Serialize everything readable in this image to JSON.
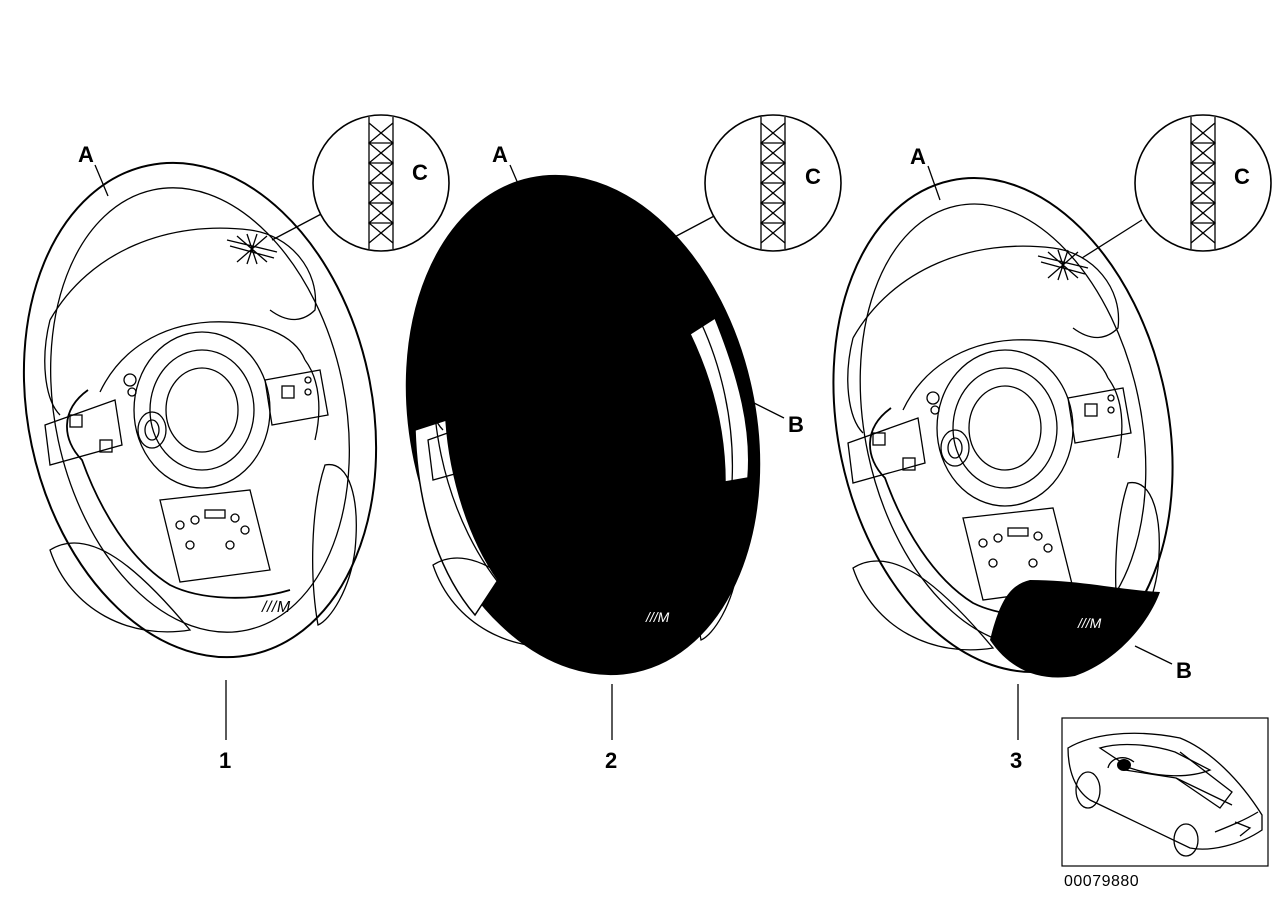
{
  "labels": {
    "leather_zone": "A",
    "contrast_zone": "B",
    "stitching_detail": "C"
  },
  "items": [
    {
      "number": "1",
      "variant": "all-leather rim"
    },
    {
      "number": "2",
      "variant": "dark sections top and bottom"
    },
    {
      "number": "3",
      "variant": "dark bottom section"
    }
  ],
  "emblem_text": "///M",
  "reference_number": "00079880",
  "colors": {
    "line": "#000000",
    "fill_dark": "#000000",
    "background": "#ffffff"
  }
}
